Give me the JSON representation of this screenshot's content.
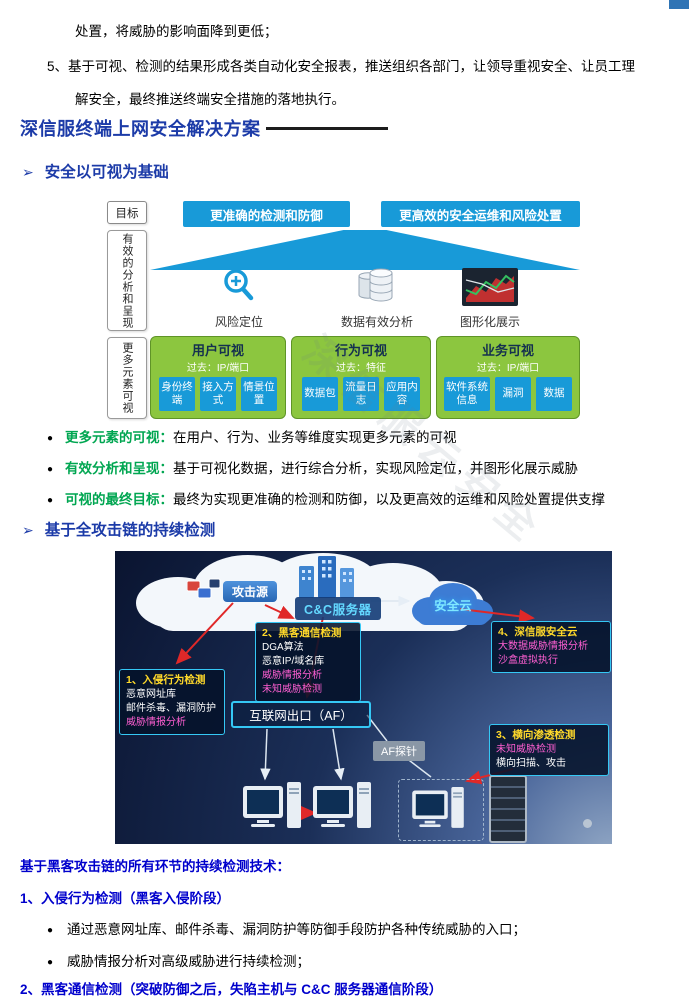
{
  "colors": {
    "heading_blue": "#1c3ba8",
    "body_blue": "#0000cc",
    "diagram_blue": "#189ad8",
    "green": "#8cc63f",
    "lead_green": "#00a651",
    "box_title_yellow": "#ffd92a",
    "alert_pink": "#ff5fd2",
    "cyan_border": "#35c8f5"
  },
  "glyphs": {
    "bullet": "●"
  },
  "intro": {
    "line1": "处置，将威胁的影响面降到更低；",
    "item5_num": "5、",
    "item5_text": "基于可视、检测的结果形成各类自动化安全报表，推送组织各部门，让领导重视安全、让员工理解安全，最终推送终端安全措施的落地执行。"
  },
  "heading": {
    "title": "深信服终端上网安全解决方案"
  },
  "section_visibility": {
    "marker": "➢",
    "title": "安全以可视为基础"
  },
  "diagram_visibility": {
    "goal": "目标",
    "left_label_1": "有效的分析和呈现",
    "left_label_2": "更多元素可视",
    "top_box_1": "更准确的检测和防御",
    "top_box_2": "更高效的安全运维和风险处置",
    "feature_1": "风险定位",
    "feature_2": "数据有效分析",
    "feature_3": "图形化展示",
    "groups": [
      {
        "title": "用户可视",
        "subtitle": "过去：IP/端口",
        "items": [
          "身份终端",
          "接入方式",
          "情景位置"
        ]
      },
      {
        "title": "行为可视",
        "subtitle": "过去：特征",
        "items": [
          "数据包",
          "流量日志",
          "应用内容"
        ]
      },
      {
        "title": "业务可视",
        "subtitle": "过去：IP/端口",
        "items": [
          "软件系统信息",
          "漏洞",
          "数据"
        ]
      }
    ]
  },
  "visibility_bullets": [
    {
      "lead": "更多元素的可视：",
      "text": "在用户、行为、业务等维度实现更多元素的可视"
    },
    {
      "lead": "有效分析和呈现：",
      "text": "基于可视化数据，进行综合分析，实现风险定位，并图形化展示威胁"
    },
    {
      "lead": "可视的最终目标：",
      "text": "最终为实现更准确的检测和防御，以及更高效的运维和风险处置提供支撑"
    }
  ],
  "section_detection": {
    "marker": "➢",
    "title": "基于全攻击链的持续检测"
  },
  "diagram_detection": {
    "attack_source": "攻击源",
    "cc_server": "C&C服务器",
    "security_cloud": "安全云",
    "box1": {
      "title": "1、入侵行为检测",
      "line1": "恶意网址库",
      "line2": "邮件杀毒、漏洞防护",
      "line3": "威胁情报分析"
    },
    "box2": {
      "title": "2、黑客通信检测",
      "line1": "DGA算法",
      "line2": "恶意IP/域名库",
      "line3": "威胁情报分析",
      "line4": "未知威胁检测"
    },
    "box3": {
      "title": "3、横向渗透检测",
      "line1": "未知威胁检测",
      "line2": "横向扫描、攻击"
    },
    "box4": {
      "title": "4、深信服安全云",
      "line1": "大数据威胁情报分析",
      "line2": "沙盒虚拟执行"
    },
    "gateway": "互联网出口（AF）",
    "probe": "AF探针"
  },
  "detection_text": {
    "heading": "基于黑客攻击链的所有环节的持续检测技术：",
    "item1_title": "1、入侵行为检测（黑客入侵阶段）",
    "item1_bullet1": "通过恶意网址库、邮件杀毒、漏洞防护等防御手段防护各种传统威胁的入口；",
    "item1_bullet2": "威胁情报分析对高级威胁进行持续检测；",
    "item2_title": "2、黑客通信检测（突破防御之后，失陷主机与 C&C 服务器通信阶段）"
  },
  "watermark": {
    "text": "深信服云安全"
  }
}
